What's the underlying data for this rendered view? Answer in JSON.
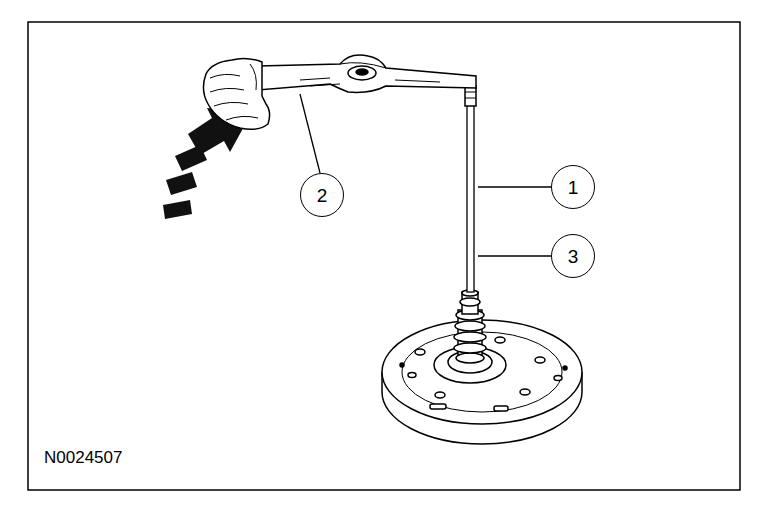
{
  "diagram": {
    "nodes": [
      {
        "text": [
          "1"
        ]
      },
      {
        "text": [
          "2"
        ]
      },
      {
        "text": [
          "3"
        ]
      }
    ],
    "labels": [
      "N0024507"
    ]
  }
}
